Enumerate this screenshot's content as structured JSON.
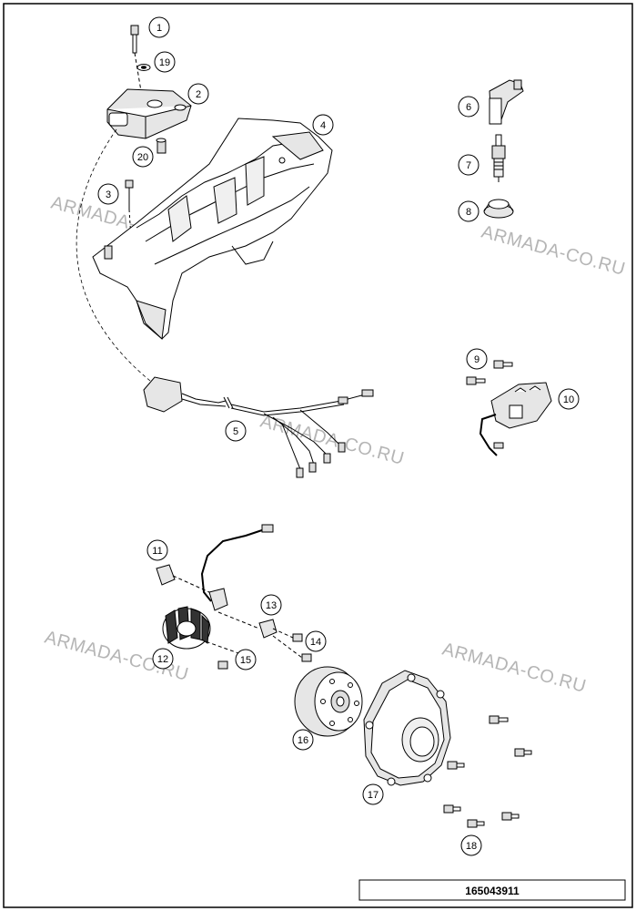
{
  "watermark": "ARMADA-CO.RU",
  "part_code": "165043911",
  "callouts": [
    "1",
    "2",
    "3",
    "4",
    "5",
    "6",
    "7",
    "8",
    "9",
    "10",
    "11",
    "12",
    "13",
    "14",
    "15",
    "16",
    "17",
    "18",
    "19",
    "20"
  ],
  "colors": {
    "line": "#000000",
    "fill": "#ffffff",
    "watermark": "#b5b5b5",
    "shade": "#e6e6e6"
  }
}
